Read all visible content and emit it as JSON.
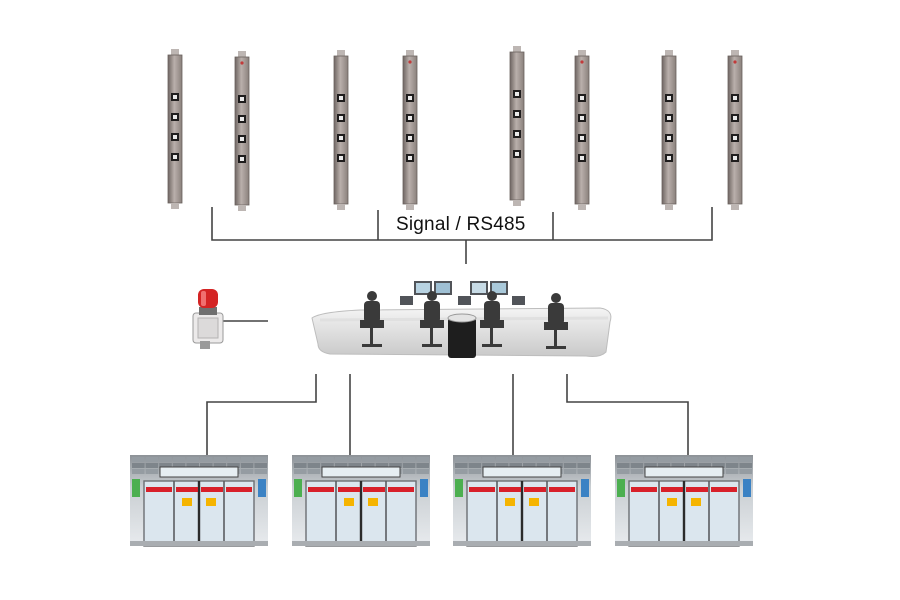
{
  "diagram": {
    "signal_label": "Signal",
    "signal_separator": " / ",
    "protocol_label": "RS485",
    "sensor_pairs": [
      "sensor-pair-1",
      "sensor-pair-2",
      "sensor-pair-3",
      "sensor-pair-4"
    ],
    "nodes": {
      "alarm": "alarm-beacon-icon",
      "control_room": "control-room-console-icon",
      "platforms": [
        "platform-screen-door-icon",
        "platform-screen-door-icon",
        "platform-screen-door-icon",
        "platform-screen-door-icon"
      ]
    },
    "colors": {
      "line": "#444444",
      "sensor_body": "#a79e9a",
      "sensor_dark": "#5b5250",
      "beacon_red": "#d42424",
      "door_red": "#d8202a",
      "glass": "#dbe6ee"
    }
  }
}
